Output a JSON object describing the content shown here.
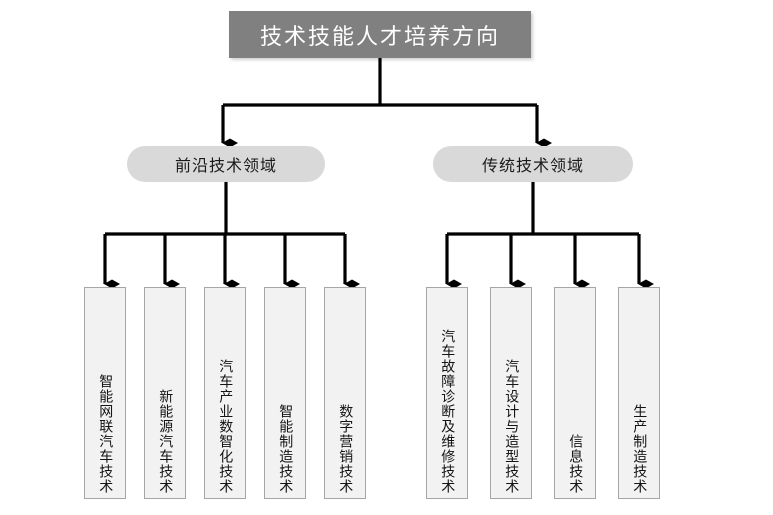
{
  "diagram": {
    "type": "org-chart",
    "root": {
      "label": "技术技能人才培养方向",
      "fill": "#808080",
      "text_color": "#ffffff"
    },
    "branches": [
      {
        "label": "前沿技术领域",
        "fill": "#d9d9d9"
      },
      {
        "label": "传统技术领域",
        "fill": "#d9d9d9"
      }
    ],
    "leaves_left": [
      {
        "label": "智能网联汽车技术"
      },
      {
        "label": "新能源汽车技术"
      },
      {
        "label": "汽车产业数智化技术"
      },
      {
        "label": "智能制造技术"
      },
      {
        "label": "数字营销技术"
      }
    ],
    "leaves_right": [
      {
        "label": "汽车故障诊断及维修技术"
      },
      {
        "label": "汽车设计与造型技术"
      },
      {
        "label": "信息技术"
      },
      {
        "label": "生产制造技术"
      }
    ],
    "colors": {
      "root_fill": "#808080",
      "branch_fill": "#d9d9d9",
      "leaf_fill": "#f2f2f2",
      "leaf_border": "#a6a6a6",
      "connector": "#000000",
      "background": "#ffffff"
    }
  }
}
